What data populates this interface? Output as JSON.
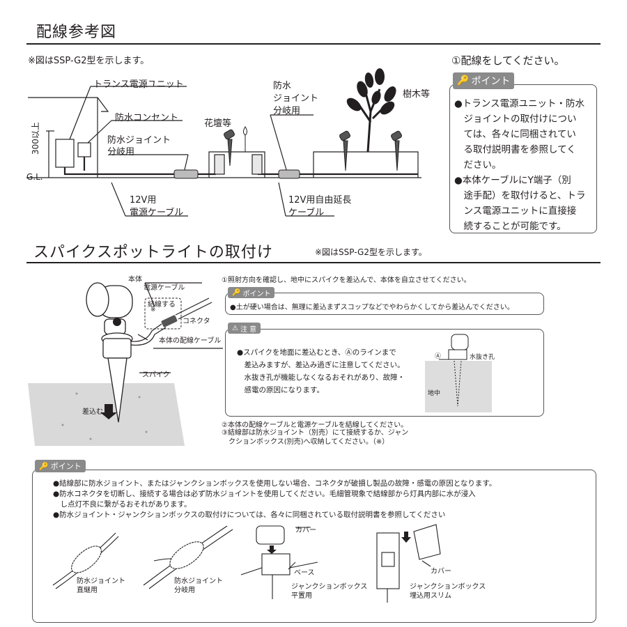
{
  "section1": {
    "title": "配線参考図",
    "model_note": "※図はSSP-G2型を示します。",
    "step": "①配線をしてください。",
    "labels": {
      "transformer": "トランス電源ユニット",
      "outlet": "防水コンセント",
      "joint_branch_left_1": "防水ジョイント",
      "joint_branch_left_2": "分岐用",
      "joint_branch_top_1": "防水",
      "joint_branch_top_2": "ジョイント",
      "joint_branch_top_3": "分岐用",
      "flowerbed": "花壇等",
      "trees": "樹木等",
      "height": "300以上",
      "gl": "G.L.",
      "power_cable_1": "12V用",
      "power_cable_2": "電源ケーブル",
      "ext_cable_1": "12V用自由延長",
      "ext_cable_2": "ケーブル"
    },
    "point": {
      "badge": "ポイント",
      "lines": [
        "●トランス電源ユニット・防水",
        "　ジョイントの取付けについ",
        "　ては、各々に同梱されてい",
        "　る取付説明書を参照してく",
        "　ださい。",
        "●本体ケーブルにY端子（別",
        "　途手配）を取付けると、トラ",
        "　ンス電源ユニットに直接接",
        "　続することが可能です。"
      ]
    }
  },
  "section2": {
    "title": "スパイクスポットライトの取付け",
    "model_note": "※図はSSP-G2型を示します。",
    "labels": {
      "body": "本体",
      "power_cable": "電源ケーブル",
      "wire_connect_1": "結線する",
      "wire_connect_2": "※",
      "connector": "コネクタ",
      "body_cable": "本体の配線ケーブル",
      "spike": "スパイク",
      "insert": "差込む"
    },
    "step1": "①照射方向を確認し、地中にスパイクを差込んで、本体を自立させてください。",
    "point_badge": "ポイント",
    "point_text": "●土が硬い場合は、無理に差込まずスコップなどでやわらかくしてから差込んでください。",
    "caution_badge": "注 意",
    "caution_lines": [
      "●スパイクを地面に差込むとき、Ⓐのラインまで",
      "　差込みますが、差込み過ぎに注意してください。",
      "　水抜き孔が機能しなくなるおそれがあり、故障・",
      "　感電の原因になります。"
    ],
    "caution_fig": {
      "a": "Ⓐ",
      "drain": "水抜き孔",
      "ground": "地中"
    },
    "step2": "②本体の配線ケーブルと電源ケーブルを結線してください。",
    "step3_lines": [
      "③結線部は防水ジョイント（別売）にて接続するか、ジャン",
      "　クションボックス(別売)へ収納してください。（※）"
    ]
  },
  "section3": {
    "badge": "ポイント",
    "lines": [
      "●結線部に防水ジョイント、またはジャンクションボックスを使用しない場合、コネクタが破損し製品の故障・感電の原因となります。",
      "●防水コネクタを切断し、接続する場合は必ず防水ジョイントを使用してください。毛細管現象で結線部から灯具内部に水が浸入",
      "　し点灯不良に繋がるおそれがあります。",
      "●防水ジョイント・ジャンクションボックスの取付けについては、各々に同梱されている取付説明書を参照してください"
    ],
    "items": {
      "joint_straight_1": "防水ジョイント",
      "joint_straight_2": "直継用",
      "joint_branch_1": "防水ジョイント",
      "joint_branch_2": "分岐用",
      "cover": "カバー",
      "base": "ベース",
      "jbox_flat_1": "ジャンクションボックス",
      "jbox_flat_2": "平置用",
      "cover2": "カバー",
      "jbox_slim_1": "ジャンクションボックス",
      "jbox_slim_2": "埋込用スリム"
    }
  }
}
